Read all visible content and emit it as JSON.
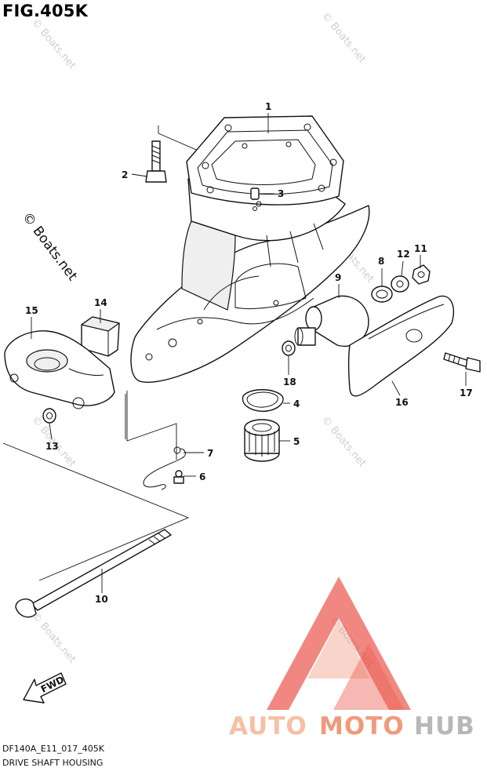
{
  "figure": {
    "title": "FIG.405K",
    "code": "DF140A_E11_017_405K",
    "name": "DRIVE SHAFT HOUSING"
  },
  "callouts": [
    "1",
    "2",
    "3",
    "4",
    "5",
    "6",
    "7",
    "8",
    "9",
    "10",
    "11",
    "12",
    "13",
    "14",
    "15",
    "16",
    "17",
    "18"
  ],
  "watermark": {
    "text": "© Boats.net"
  },
  "brand": {
    "part1": "AUTO",
    "part2": "MOTO",
    "part3": "HUB",
    "color_auto": "#f7bfa6",
    "color_moto": "#f09a7a",
    "color_hub": "#b8b8b8",
    "triangle_color": "#e8463a"
  },
  "fwd_label": "FWD"
}
